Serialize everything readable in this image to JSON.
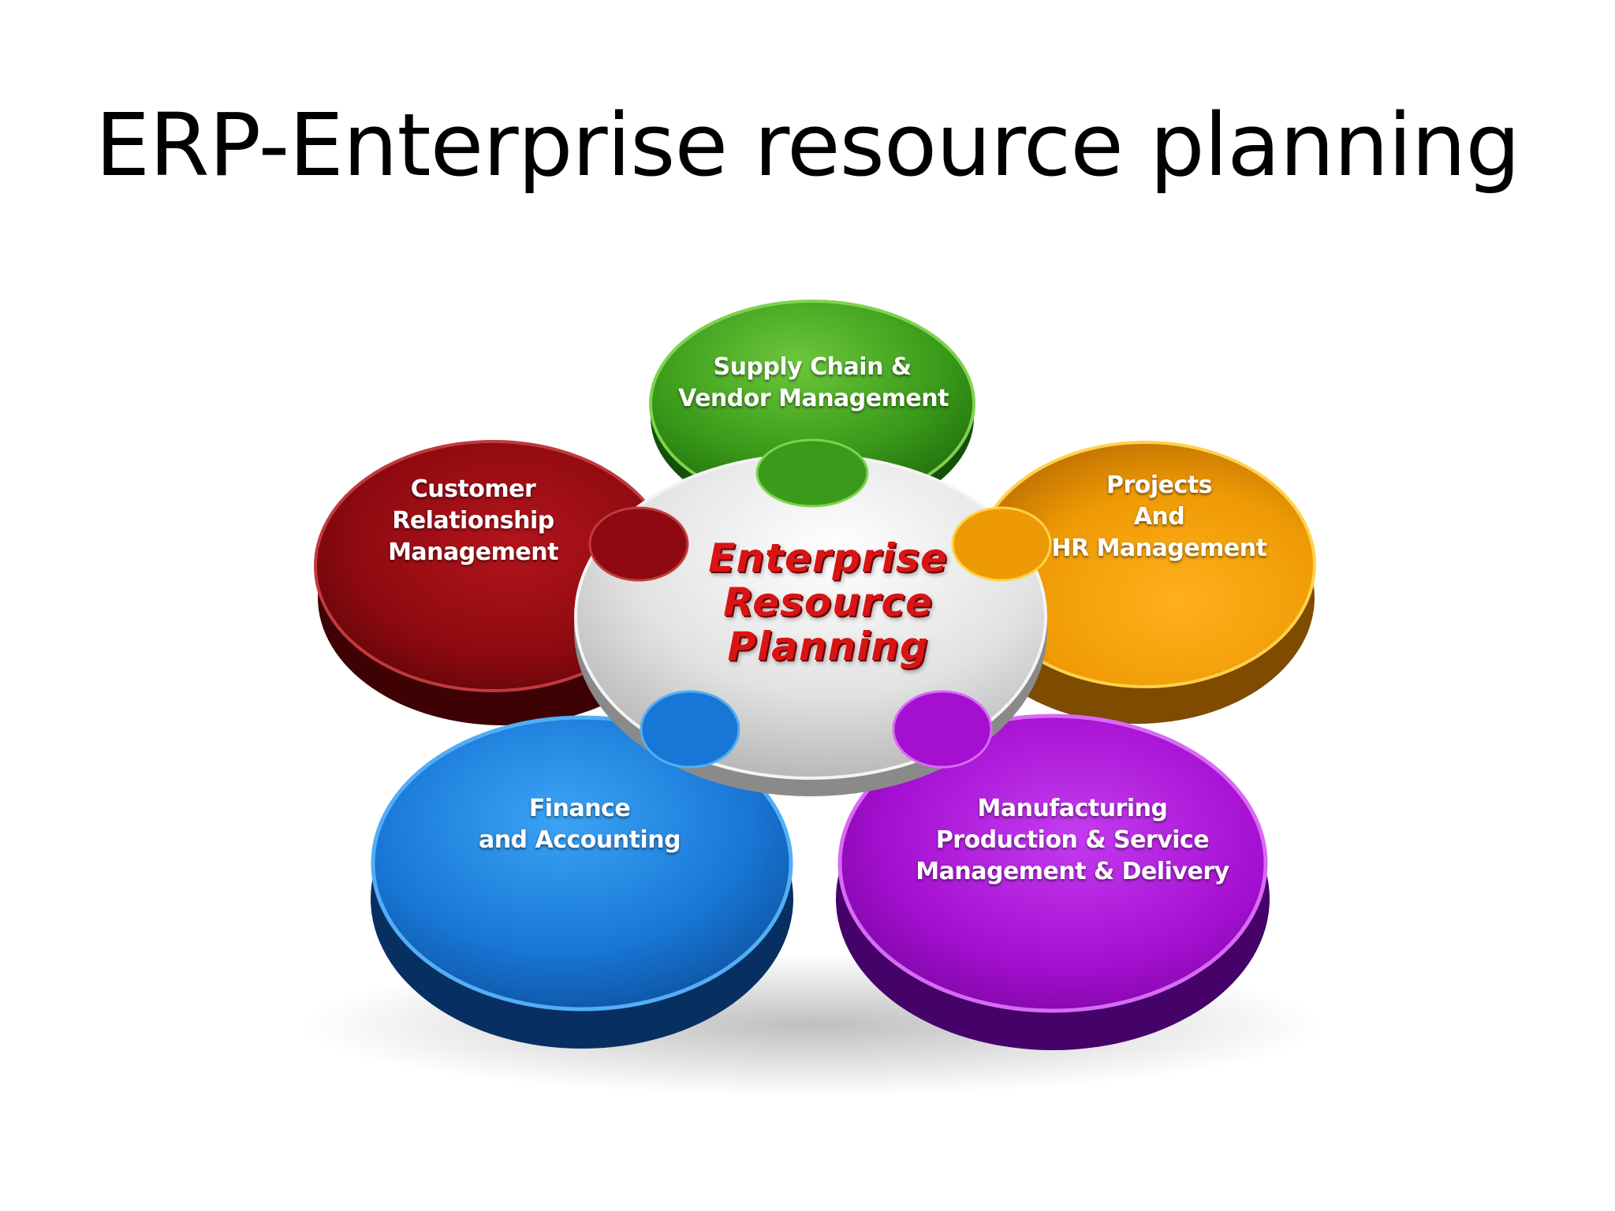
{
  "title": "ERP-Enterprise resource planning",
  "diagram": {
    "center": {
      "lines": [
        "Enterprise",
        "Resource",
        "Planning"
      ],
      "color": "#d81414"
    },
    "modules": [
      {
        "key": "supply",
        "lines": [
          "Supply Chain &",
          "Vendor Management"
        ],
        "color": "#3a9a1a"
      },
      {
        "key": "projects",
        "lines": [
          "Projects",
          "And",
          "HR Management"
        ],
        "color": "#ee9a05"
      },
      {
        "key": "manufacturing",
        "lines": [
          "Manufacturing",
          "Production & Service",
          "Management & Delivery"
        ],
        "color": "#a50fd0"
      },
      {
        "key": "finance",
        "lines": [
          "Finance",
          "and Accounting"
        ],
        "color": "#1877d6"
      },
      {
        "key": "crm",
        "lines": [
          "Customer",
          "Relationship",
          "Management"
        ],
        "color": "#8e0a10"
      }
    ]
  }
}
